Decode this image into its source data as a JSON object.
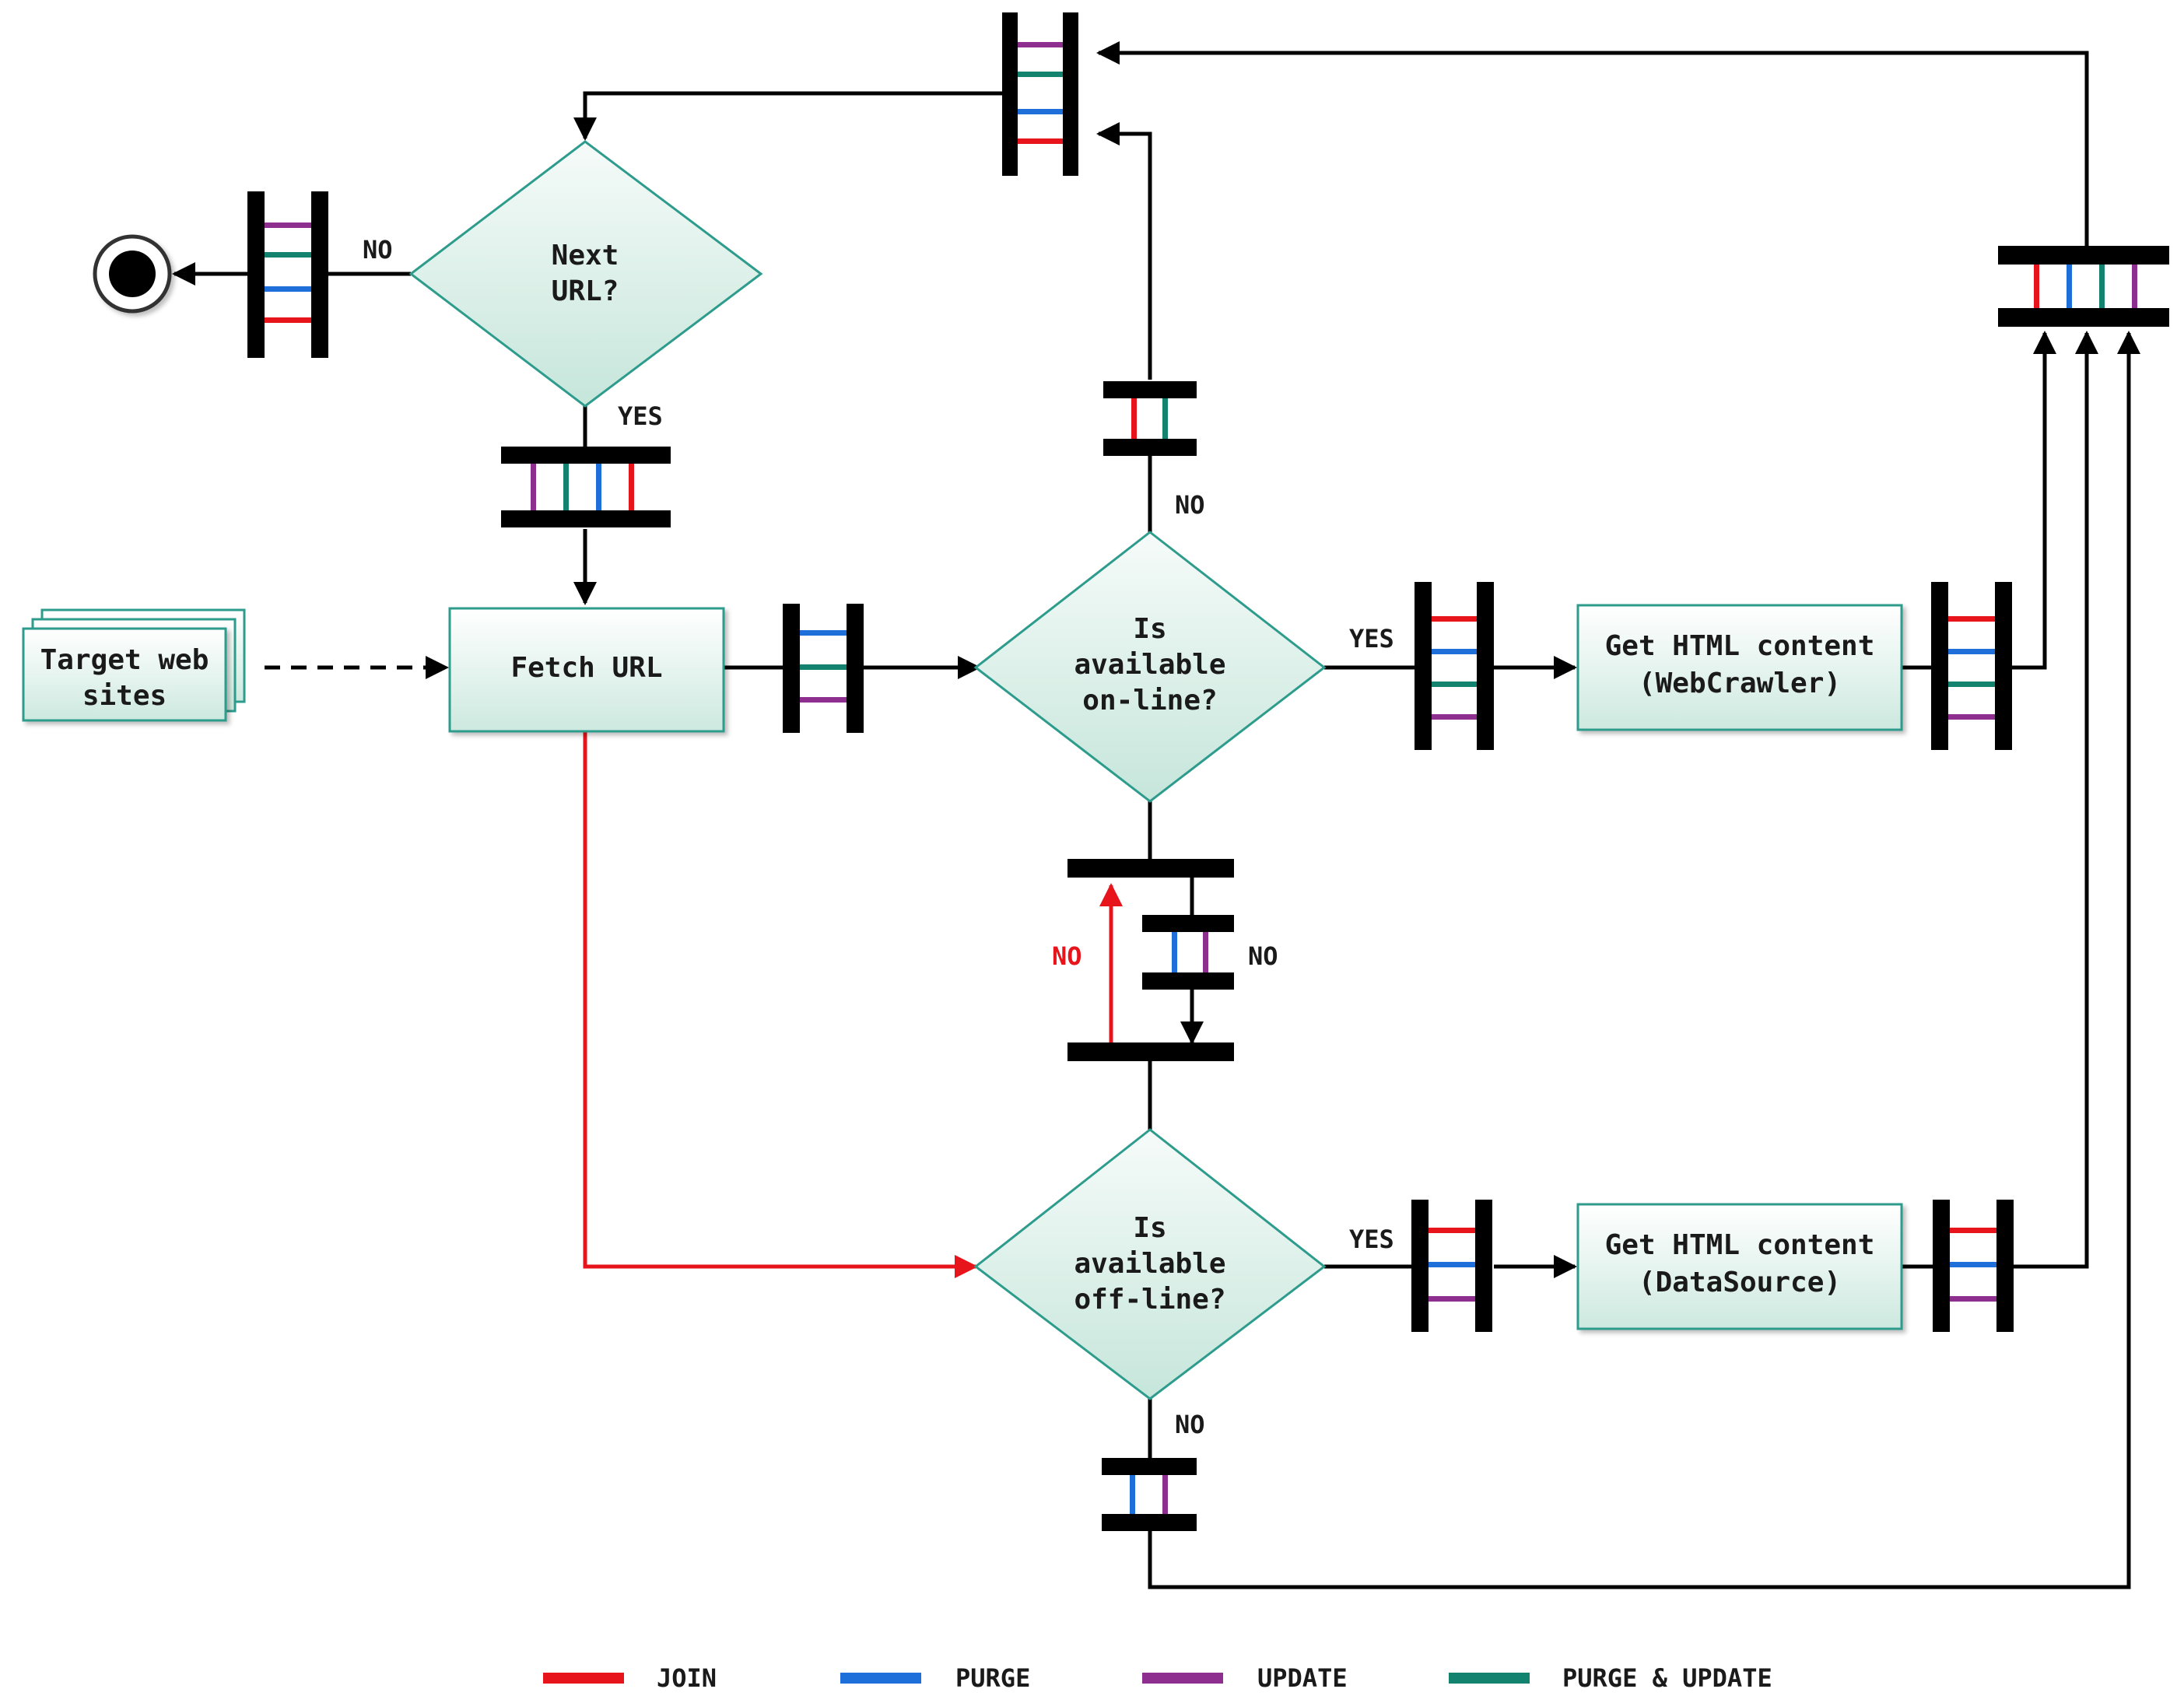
{
  "colors": {
    "join": "#e8141c",
    "purge": "#1e6fd9",
    "update": "#8e2e8e",
    "purge_update": "#13836f",
    "node_border": "#2e9c8c",
    "node_fill_top": "#ffffff",
    "node_fill_bottom": "#cde9df",
    "bar": "#000000",
    "red_flow": "#e8141c"
  },
  "nodes": {
    "next_url": {
      "line1": "Next",
      "line2": "URL?"
    },
    "target_sites": {
      "line1": "Target web",
      "line2": "sites"
    },
    "fetch_url": {
      "label": "Fetch URL"
    },
    "online": {
      "line1": "Is",
      "line2": "available",
      "line3": "on-line?"
    },
    "offline": {
      "line1": "Is",
      "line2": "available",
      "line3": "off-line?"
    },
    "webcrawler": {
      "line1": "Get HTML content",
      "line2": "(WebCrawler)"
    },
    "datasource": {
      "line1": "Get HTML content",
      "line2": "(DataSource)"
    }
  },
  "edge_labels": {
    "next_no": "NO",
    "next_yes": "YES",
    "online_no_up": "NO",
    "online_yes": "YES",
    "red_no": "NO",
    "mid_no": "NO",
    "offline_yes": "YES",
    "offline_no": "NO"
  },
  "legend": {
    "join": "JOIN",
    "purge": "PURGE",
    "update": "UPDATE",
    "purge_update": "PURGE & UPDATE"
  }
}
